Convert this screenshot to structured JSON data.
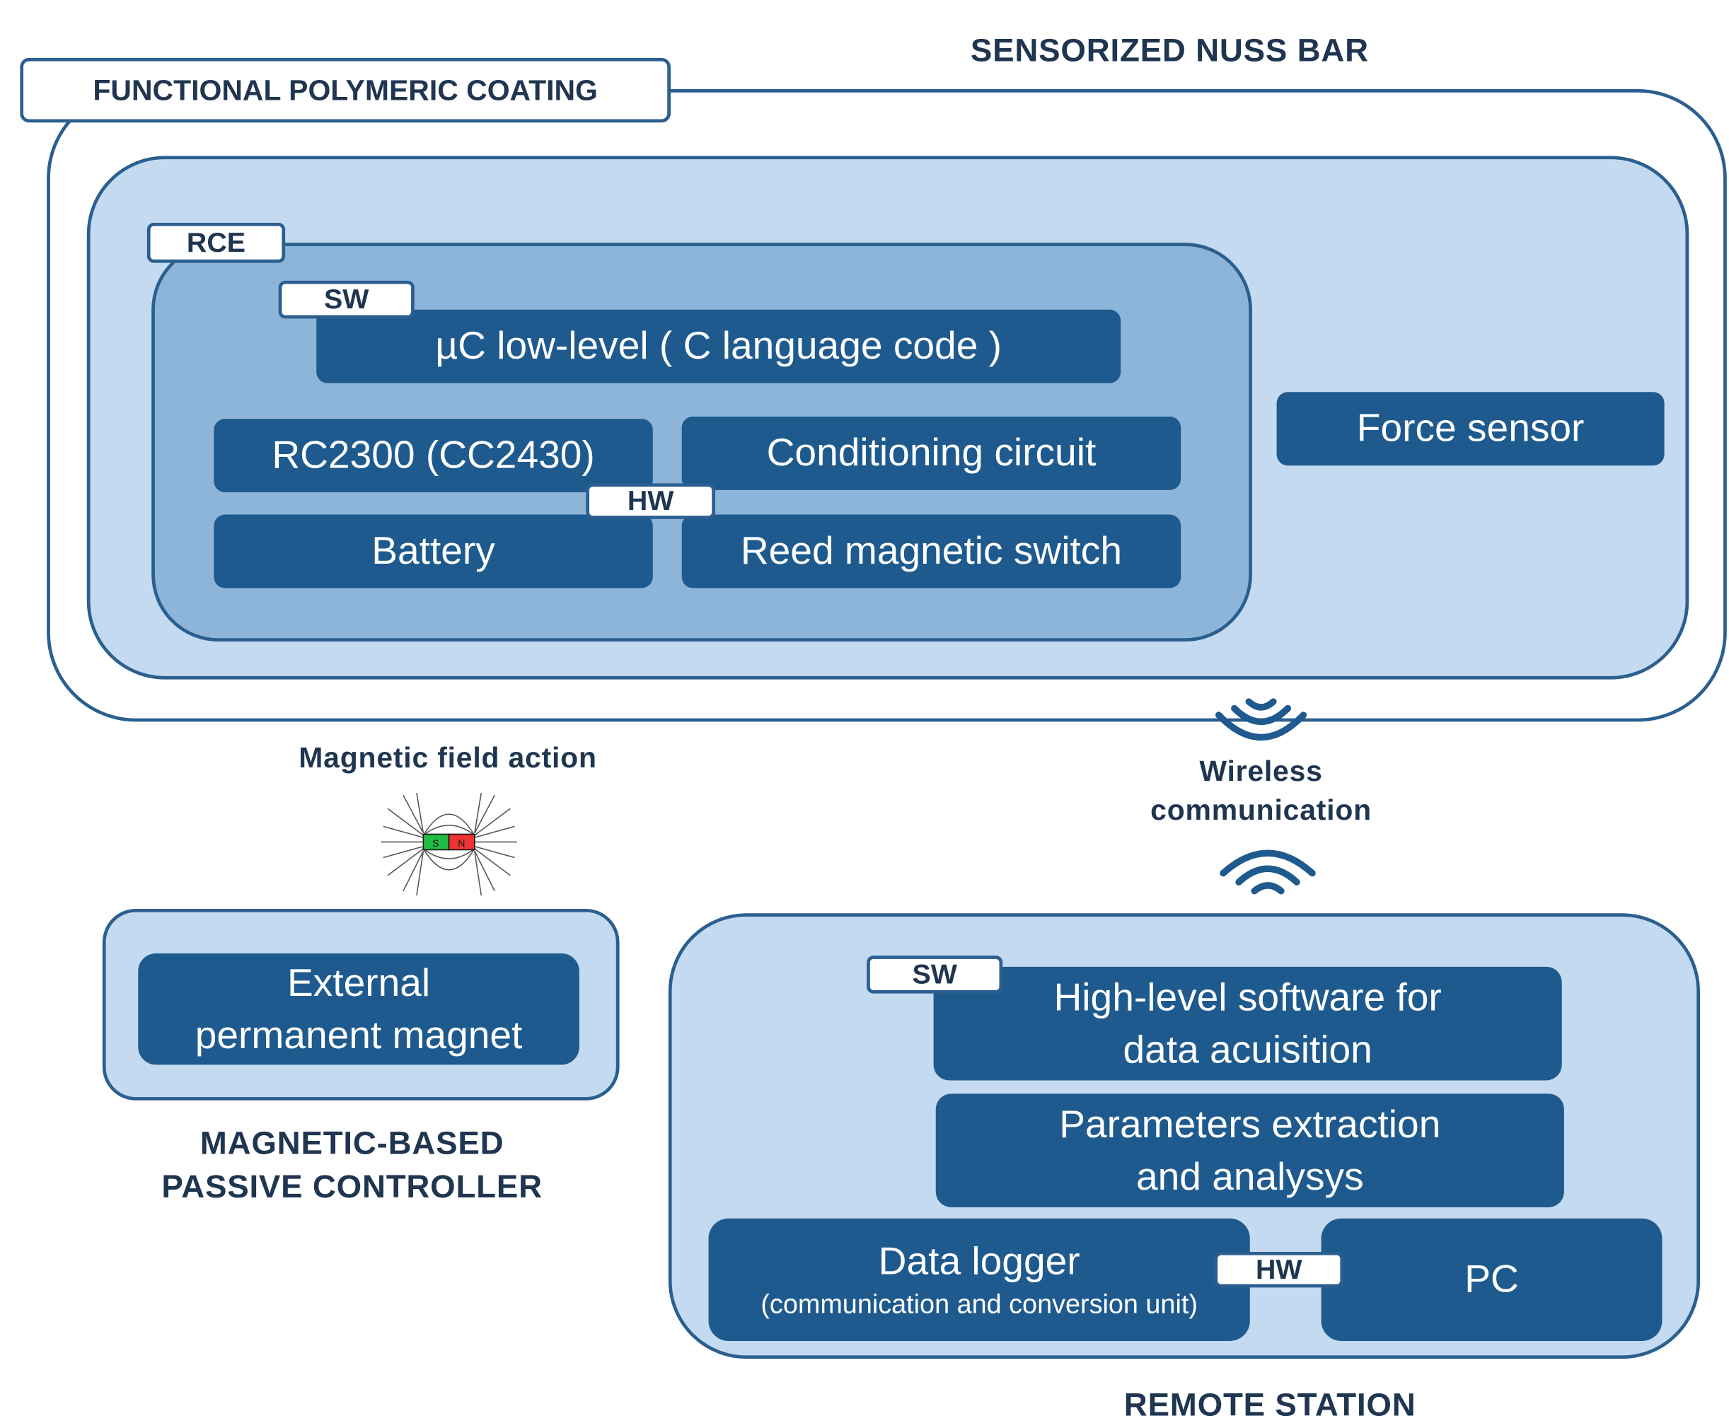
{
  "colors": {
    "dark_box": "#1e5a8e",
    "outline": "#2b5f8f",
    "light_fill": "#c3daf0",
    "mid_fill": "#8db5d9",
    "text": "#1f3550"
  },
  "coating": {
    "label": "FUNCTIONAL POLYMERIC COATING"
  },
  "nuss_bar": {
    "label": "SENSORIZED NUSS BAR",
    "force_sensor": "Force sensor"
  },
  "rce": {
    "label": "RCE",
    "sw_tag": "SW",
    "hw_tag": "HW",
    "uc": "µC low-level ( C language code )",
    "rc2300": "RC2300 (CC2430)",
    "conditioning": "Conditioning circuit",
    "battery": "Battery",
    "reed": "Reed magnetic switch"
  },
  "wireless": {
    "line1": "Wireless",
    "line2": "communication",
    "icon": "wifi-icon"
  },
  "magnetic": {
    "action": "Magnetic field action",
    "magnet_s": "S",
    "magnet_n": "N",
    "box": [
      "External",
      "permanent magnet"
    ],
    "label": [
      "MAGNETIC-BASED",
      "PASSIVE CONTROLLER"
    ]
  },
  "remote": {
    "sw_tag": "SW",
    "hw_tag": "HW",
    "high_level": [
      "High-level software for",
      "data acuisition"
    ],
    "params": [
      "Parameters extraction",
      "and analysys"
    ],
    "logger": "Data logger",
    "logger_sub": "(communication and conversion unit)",
    "pc": "PC",
    "label": "REMOTE STATION"
  }
}
